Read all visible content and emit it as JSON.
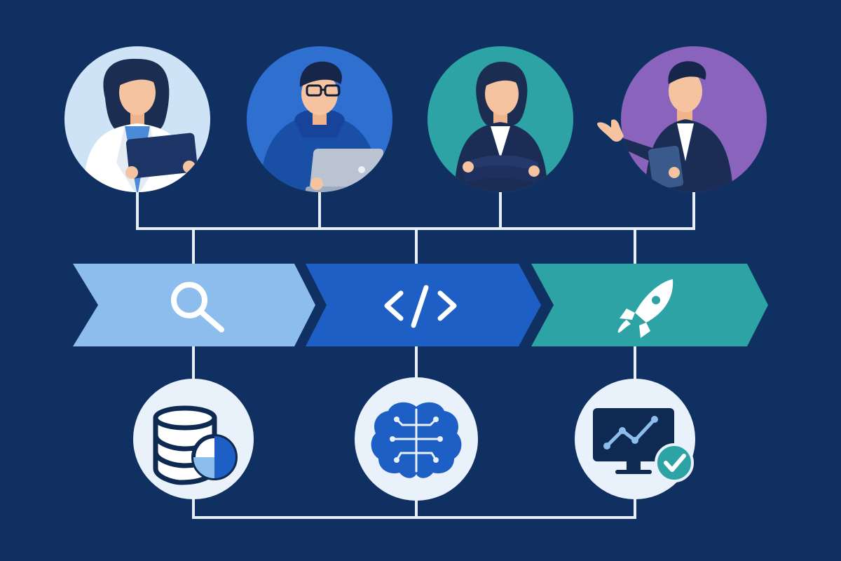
{
  "colors": {
    "background": "#0f3060",
    "connector": "#e6eef8",
    "stage_1": "#8cbdec",
    "stage_2": "#1d5fc4",
    "stage_3": "#2ea3a6",
    "persona_bg_1": "#cfe3f7",
    "persona_bg_2": "#2e6fd0",
    "persona_bg_3": "#2ea3a6",
    "persona_bg_4": "#8a63bd",
    "tool_circle": "#e9f1fb"
  },
  "personas": [
    {
      "role": "data-scientist",
      "icon": "person-with-tablet-icon"
    },
    {
      "role": "developer",
      "icon": "person-with-laptop-icon"
    },
    {
      "role": "manager",
      "icon": "person-arms-crossed-icon"
    },
    {
      "role": "presenter",
      "icon": "person-presenting-icon"
    }
  ],
  "stages": [
    {
      "key": "research",
      "icon": "magnifier-icon"
    },
    {
      "key": "development",
      "icon": "code-icon"
    },
    {
      "key": "launch",
      "icon": "rocket-icon"
    }
  ],
  "tools": [
    {
      "key": "data",
      "icon": "database-chart-icon"
    },
    {
      "key": "ai",
      "icon": "brain-circuit-icon"
    },
    {
      "key": "monitoring",
      "icon": "monitor-check-icon"
    }
  ]
}
